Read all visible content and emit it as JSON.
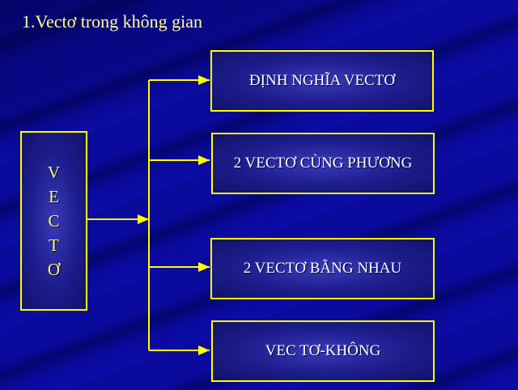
{
  "title": "1.Vectơ trong không gian",
  "root": {
    "letters": [
      "V",
      "E",
      "C",
      "T",
      "Ơ"
    ]
  },
  "branches": [
    {
      "label": "ĐỊNH NGHĨA VECTƠ"
    },
    {
      "label": "2 VECTƠ CÙNG PHƯƠNG"
    },
    {
      "label": "2 VECTƠ BẰNG NHAU"
    },
    {
      "label": "VEC TƠ-KHÔNG"
    }
  ],
  "colors": {
    "connector": "#ffff00",
    "title": "#ffff99",
    "background": "#0a0a9c"
  }
}
